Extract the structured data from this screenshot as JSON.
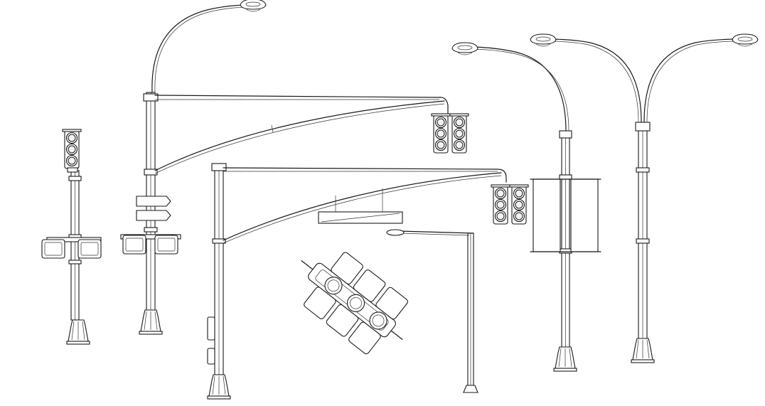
{
  "scene": {
    "background": "#ffffff",
    "line_color": "#1a1a1a",
    "objects": [
      {
        "kind": "pedestal-traffic-signal",
        "signal_heads": 1,
        "pedestrian_signals": 2
      },
      {
        "kind": "mast-arm-signal-with-streetlight",
        "signal_heads": 1,
        "street_name_signs": 2,
        "pedestrian_signals": 2
      },
      {
        "kind": "mast-arm-signal-with-overhead-sign",
        "signal_heads": 1,
        "pedestrian_push_buttons": 2
      },
      {
        "kind": "signal-heads-cluster-top-view"
      },
      {
        "kind": "small-streetlight-pole"
      },
      {
        "kind": "single-arm-streetlight-with-banners",
        "banners": 2
      },
      {
        "kind": "double-arm-streetlight"
      }
    ]
  }
}
